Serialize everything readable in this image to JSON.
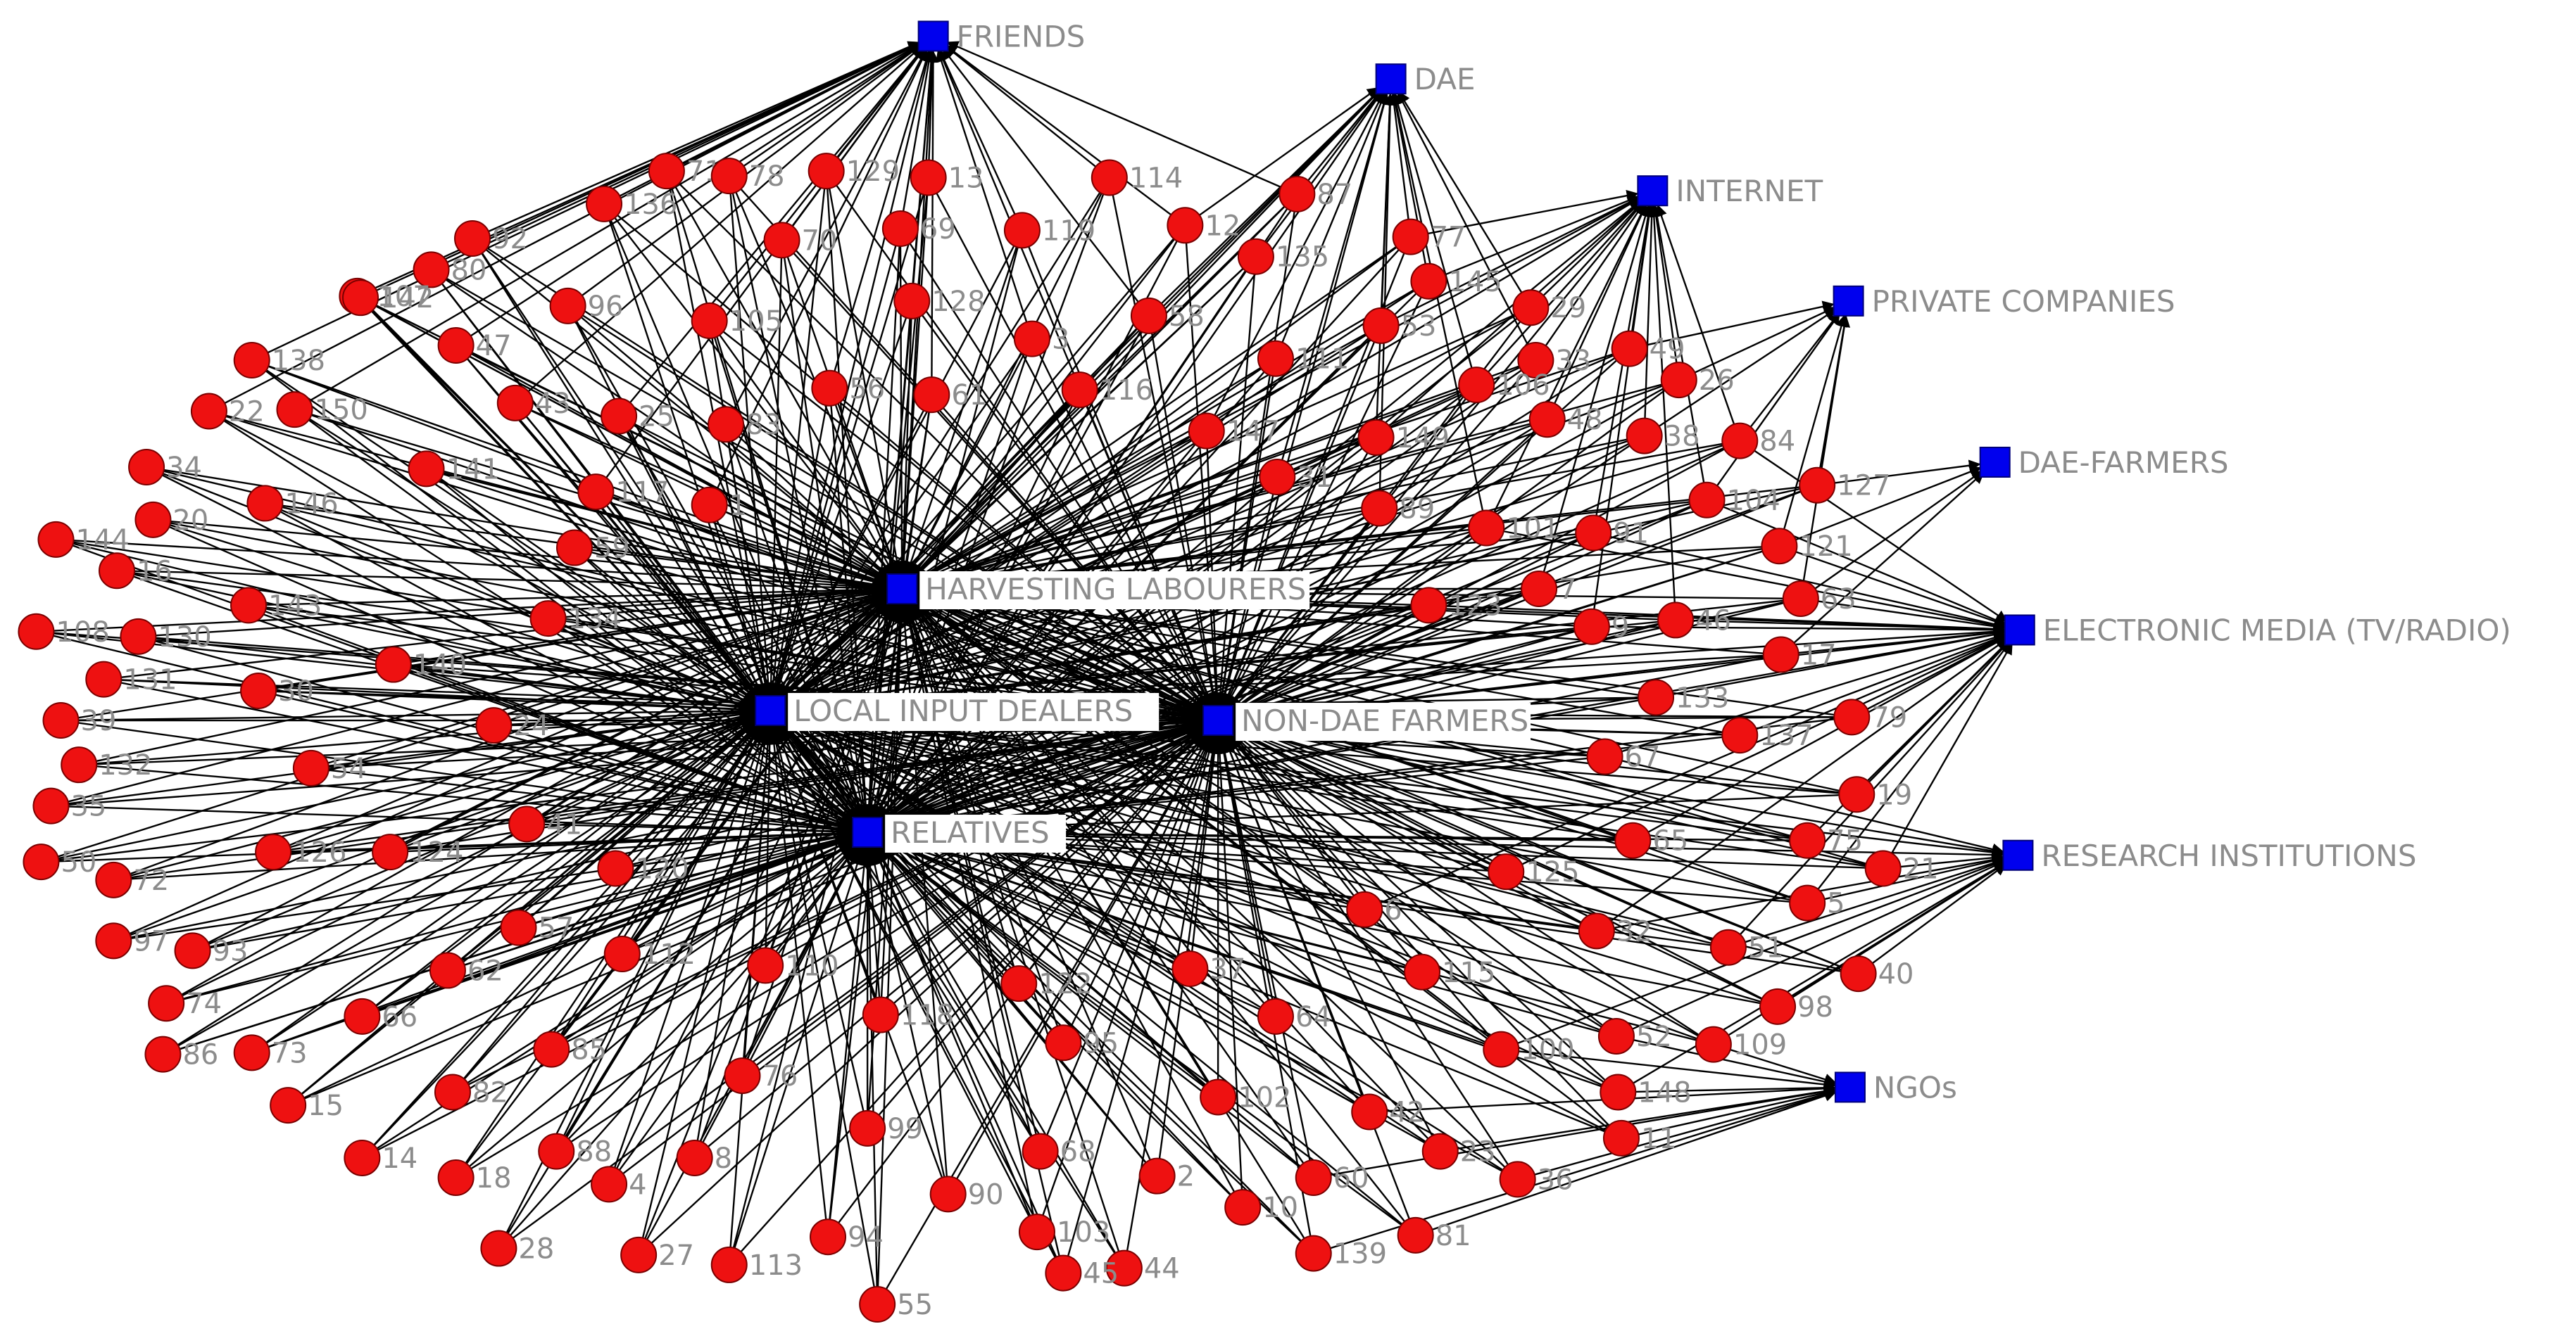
{
  "colors": {
    "farmer_node": "#ee1111",
    "source_node": "#0000ee",
    "edge": "#000000",
    "label": "#8c8c8c",
    "background": "#ffffff"
  },
  "diagram": {
    "type": "network",
    "node_shapes": {
      "farmer": "circle",
      "source": "square"
    },
    "source_nodes": [
      {
        "id": "friends",
        "label": "FRIENDS"
      },
      {
        "id": "dae",
        "label": "DAE"
      },
      {
        "id": "internet",
        "label": "INTERNET"
      },
      {
        "id": "private_companies",
        "label": "PRIVATE COMPANIES"
      },
      {
        "id": "dae_farmers",
        "label": "DAE-FARMERS"
      },
      {
        "id": "electronic_media",
        "label": "ELECTRONIC MEDIA (TV/RADIO)"
      },
      {
        "id": "research_institutions",
        "label": "RESEARCH INSTITUTIONS"
      },
      {
        "id": "ngos",
        "label": "NGOs"
      },
      {
        "id": "harvesting_labourers",
        "label": "HARVESTING LABOURERS"
      },
      {
        "id": "local_input_dealers",
        "label": "LOCAL INPUT DEALERS"
      },
      {
        "id": "non_dae_farmers",
        "label": "NON-DAE FARMERS"
      },
      {
        "id": "relatives",
        "label": "RELATIVES"
      }
    ],
    "farmer_node_labels": [
      "1",
      "2",
      "3",
      "4",
      "5",
      "6",
      "7",
      "8",
      "9",
      "10",
      "11",
      "12",
      "13",
      "14",
      "15",
      "16",
      "17",
      "18",
      "19",
      "20",
      "21",
      "22",
      "23",
      "24",
      "25",
      "26",
      "27",
      "28",
      "29",
      "30",
      "31",
      "32",
      "33",
      "34",
      "35",
      "36",
      "37",
      "38",
      "39",
      "40",
      "41",
      "42",
      "43",
      "44",
      "45",
      "46",
      "47",
      "48",
      "49",
      "50",
      "51",
      "52",
      "53",
      "54",
      "55",
      "56",
      "57",
      "58",
      "59",
      "60",
      "61",
      "62",
      "63",
      "64",
      "65",
      "66",
      "67",
      "68",
      "69",
      "70",
      "71",
      "72",
      "73",
      "74",
      "75",
      "76",
      "77",
      "78",
      "79",
      "80",
      "81",
      "82",
      "83",
      "84",
      "85",
      "86",
      "87",
      "88",
      "89",
      "90",
      "91",
      "92",
      "93",
      "94",
      "95",
      "96",
      "97",
      "98",
      "99",
      "100",
      "101",
      "102",
      "103",
      "104",
      "105",
      "106",
      "107",
      "108",
      "109",
      "110",
      "111",
      "112",
      "113",
      "114",
      "115",
      "116",
      "117",
      "118",
      "119",
      "120",
      "121",
      "122",
      "123",
      "124",
      "125",
      "126",
      "127",
      "128",
      "129",
      "130",
      "131",
      "132",
      "133",
      "134",
      "135",
      "136",
      "137",
      "138",
      "139",
      "140",
      "141",
      "142",
      "143",
      "144",
      "145",
      "146",
      "147",
      "148",
      "149",
      "150"
    ]
  }
}
